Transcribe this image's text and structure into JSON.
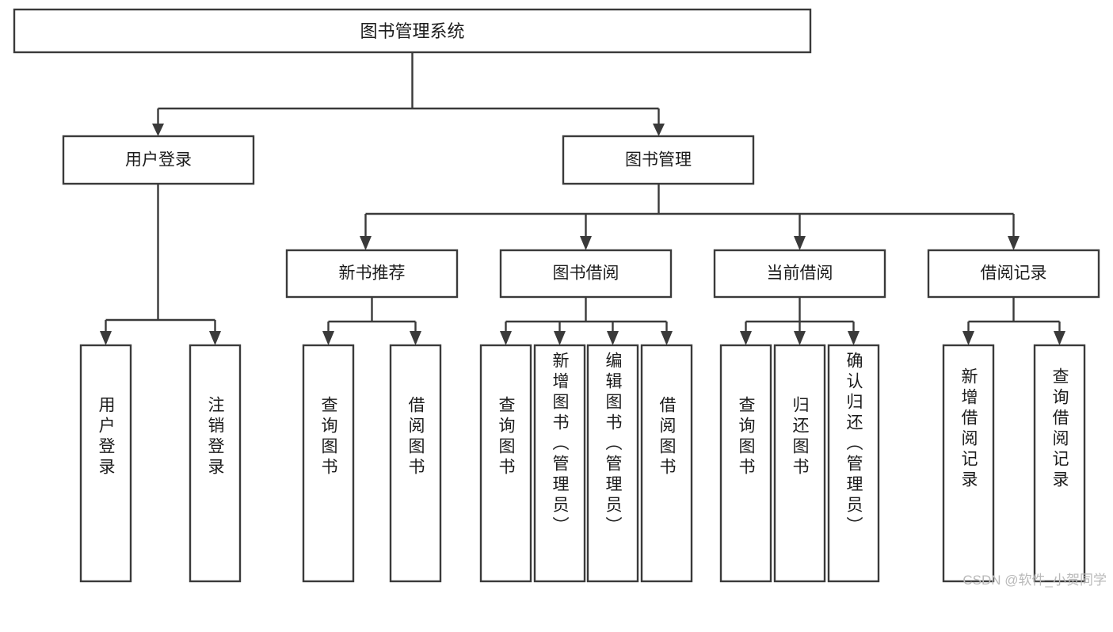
{
  "diagram": {
    "type": "tree",
    "title": "图书管理系统",
    "watermark": "CSDN @软件_小贺同学",
    "root": {
      "id": "root",
      "label": "图书管理系统"
    },
    "level2": [
      {
        "id": "user-login",
        "label": "用户登录"
      },
      {
        "id": "book-manage",
        "label": "图书管理"
      }
    ],
    "level3": [
      {
        "id": "new-book-recommend",
        "label": "新书推荐",
        "parent": "book-manage"
      },
      {
        "id": "book-borrow",
        "label": "图书借阅",
        "parent": "book-manage"
      },
      {
        "id": "current-borrow",
        "label": "当前借阅",
        "parent": "book-manage"
      },
      {
        "id": "borrow-record",
        "label": "借阅记录",
        "parent": "book-manage"
      }
    ],
    "leaves": [
      {
        "id": "leaf-user-login",
        "label": "用户登录",
        "parent": "user-login"
      },
      {
        "id": "leaf-logout-login",
        "label": "注销登录",
        "parent": "user-login"
      },
      {
        "id": "leaf-query-book-1",
        "label": "查询图书",
        "parent": "new-book-recommend"
      },
      {
        "id": "leaf-borrow-book-1",
        "label": "借阅图书",
        "parent": "new-book-recommend"
      },
      {
        "id": "leaf-query-book-2",
        "label": "查询图书",
        "parent": "book-borrow"
      },
      {
        "id": "leaf-add-book",
        "label": "新增图书（管理员）",
        "parent": "book-borrow"
      },
      {
        "id": "leaf-edit-book",
        "label": "编辑图书（管理员）",
        "parent": "book-borrow"
      },
      {
        "id": "leaf-borrow-book-2",
        "label": "借阅图书",
        "parent": "book-borrow"
      },
      {
        "id": "leaf-query-book-3",
        "label": "查询图书",
        "parent": "current-borrow"
      },
      {
        "id": "leaf-return-book",
        "label": "归还图书",
        "parent": "current-borrow"
      },
      {
        "id": "leaf-confirm-return",
        "label": "确认归还（管理员）",
        "parent": "current-borrow"
      },
      {
        "id": "leaf-add-record",
        "label": "新增借阅记录",
        "parent": "borrow-record"
      },
      {
        "id": "leaf-query-record",
        "label": "查询借阅记录",
        "parent": "borrow-record"
      }
    ],
    "colors": {
      "stroke": "#3a3a3a",
      "fill": "#ffffff",
      "text": "#1c1c1c",
      "watermark": "#b9b9b9",
      "background": "#ffffff"
    }
  }
}
